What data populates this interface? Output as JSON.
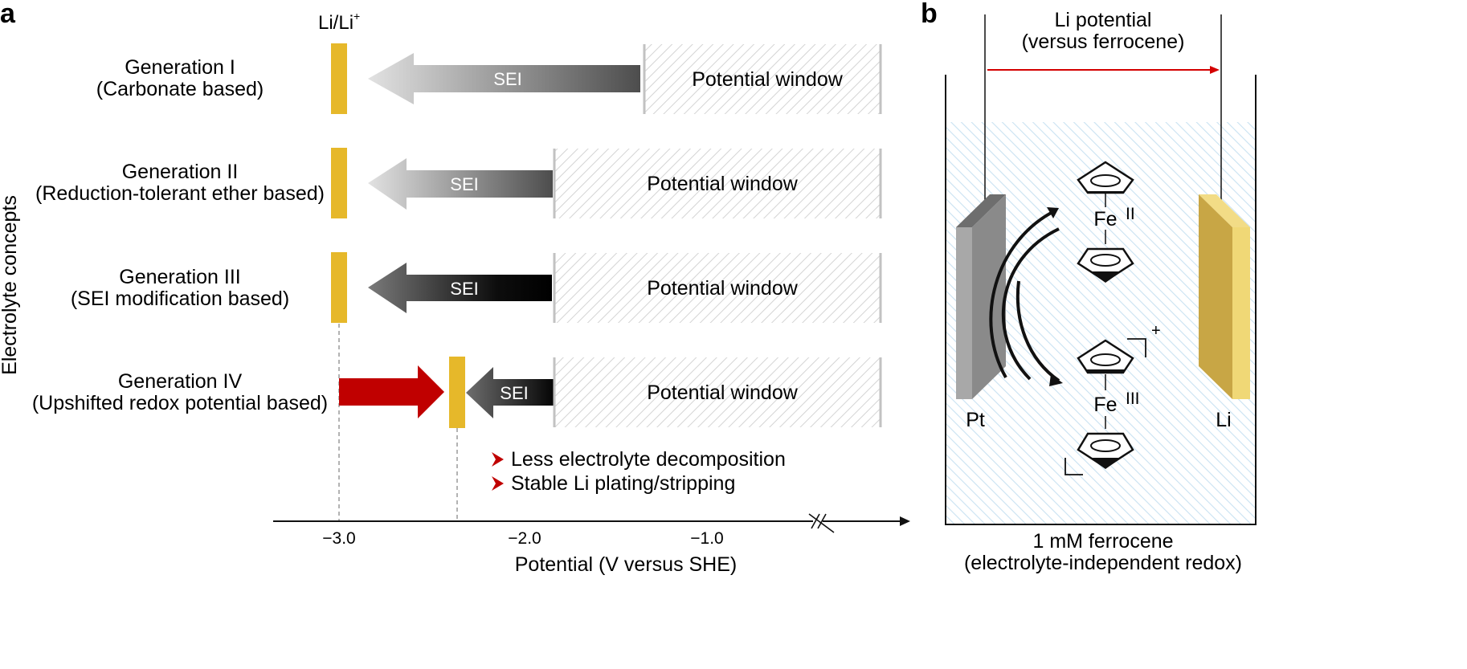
{
  "panels": {
    "a": "a",
    "b": "b"
  },
  "panel_a": {
    "y_axis_label": "Electrolyte concepts",
    "li_marker_label": "Li/Li",
    "li_marker_superscript": "+",
    "x_axis_label": "Potential (V versus SHE)",
    "x_ticks": [
      "−3.0",
      "−2.0",
      "−1.0"
    ],
    "x_tick_values": [
      -3.0,
      -2.0,
      -1.0
    ],
    "sei_label": "SEI",
    "window_label": "Potential window",
    "generations": [
      {
        "title": "Generation I",
        "subtitle": "(Carbonate based)",
        "window_start_v": -1.45
      },
      {
        "title": "Generation II",
        "subtitle": "(Reduction-tolerant ether based)",
        "window_start_v": -1.85
      },
      {
        "title": "Generation III",
        "subtitle": "(SEI modification based)",
        "window_start_v": -1.85
      },
      {
        "title": "Generation IV",
        "subtitle": "(Upshifted redox potential based)",
        "window_start_v": -1.85,
        "shifted_li_v": -2.45
      }
    ],
    "benefits": [
      "Less electrolyte decomposition",
      "Stable Li plating/stripping"
    ],
    "colors": {
      "li_bar": "#e6b82a",
      "shift_arrow": "#c00000",
      "benefit_marker": "#c00000"
    }
  },
  "panel_b": {
    "top_label_line1": "Li potential",
    "top_label_line2": "(versus ferrocene)",
    "electrode_left": "Pt",
    "electrode_right": "Li",
    "fe_label": "Fe",
    "ox_upper": "II",
    "ox_lower": "III",
    "charge": "+",
    "bottom_label_line1": "1 mM ferrocene",
    "bottom_label_line2": "(electrolyte-independent redox)",
    "colors": {
      "electrolyte": "#cfe6f5",
      "li_electrode": "#e4c75e",
      "pt_electrode": "#8e8e8e",
      "arrow": "#d40000"
    }
  }
}
